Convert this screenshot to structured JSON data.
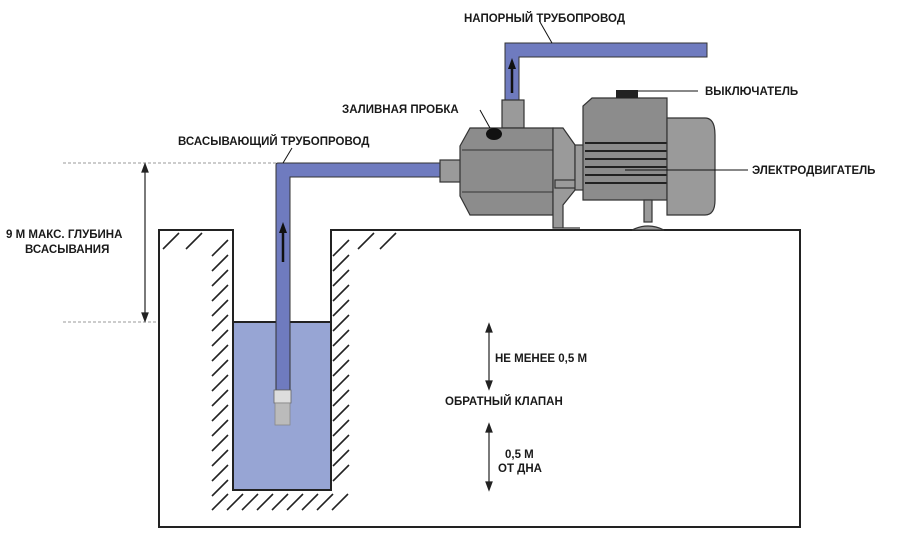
{
  "labels": {
    "discharge_pipe": "НАПОРНЫЙ ТРУБОПРОВОД",
    "switch": "ВЫКЛЮЧАТЕЛЬ",
    "filler_plug": "ЗАЛИВНАЯ ПРОБКА",
    "suction_pipe": "ВСАСЫВАЮЩИЙ ТРУБОПРОВОД",
    "motor": "ЭЛЕКТРОДВИГАТЕЛЬ",
    "max_depth_line1": "9 М  МАКС. ГЛУБИНА",
    "max_depth_line2": "ВСАСЫВАНИЯ",
    "min_immersion": "НЕ МЕНЕЕ 0,5 М",
    "check_valve": "ОБРАТНЫЙ КЛАПАН",
    "from_bottom_line1": "0,5 М",
    "from_bottom_line2": "ОТ ДНА"
  },
  "colors": {
    "pipe": "#6f7bbf",
    "water": "#97a5d4",
    "pump_body": "#8c8c8c"
  }
}
